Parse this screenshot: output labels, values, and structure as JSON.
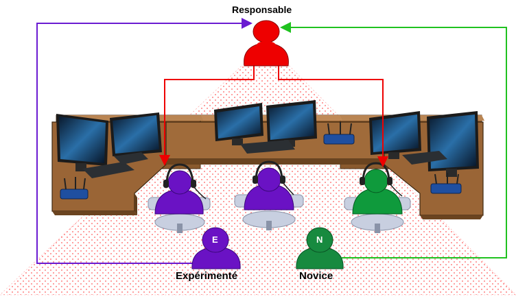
{
  "labels": {
    "manager": "Responsable",
    "expert": "Expérimenté",
    "novice": "Novice",
    "expert_badge": "E",
    "novice_badge": "N"
  },
  "colors": {
    "manager": "#ee0000",
    "expert_arrow": "#6a1bd1",
    "novice_arrow": "#1fc21f",
    "operator_purple": "#6a12c4",
    "operator_green": "#0f9a3c",
    "expert_figure": "#6a12c4",
    "novice_figure": "#178a3f",
    "desk": "#8a5a2e",
    "dots": "#ff5a5a"
  },
  "icons": {
    "manager": "person-icon",
    "operators": "headset-operator-icon",
    "workstations": "computer-monitor-icon",
    "routers": "wifi-router-icon"
  }
}
